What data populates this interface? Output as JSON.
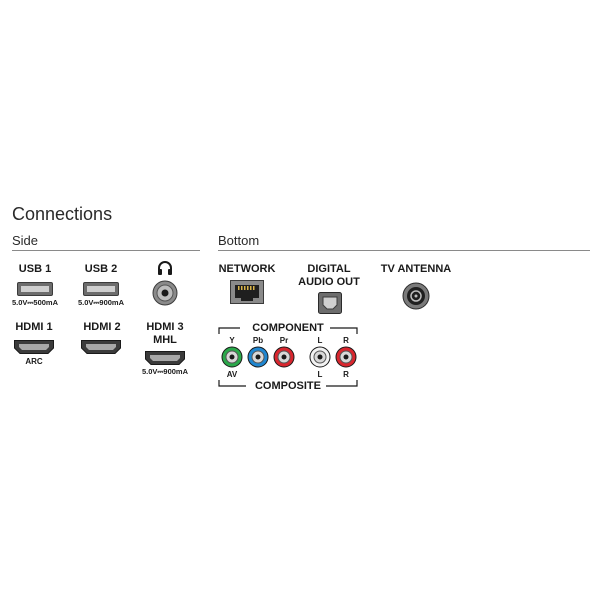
{
  "title": "Connections",
  "side": {
    "heading": "Side",
    "usb1": {
      "label": "USB 1",
      "spec": "5.0V⎓500mA"
    },
    "usb2": {
      "label": "USB 2",
      "spec": "5.0V⎓900mA"
    },
    "hdmi1": {
      "label": "HDMI 1",
      "sub": "ARC"
    },
    "hdmi2": {
      "label": "HDMI 2"
    },
    "hdmi3": {
      "label": "HDMI 3",
      "label2": "MHL",
      "spec": "5.0V⎓900mA"
    }
  },
  "bottom": {
    "heading": "Bottom",
    "network": {
      "label": "NETWORK"
    },
    "digital_audio": {
      "label": "DIGITAL",
      "label2": "AUDIO OUT"
    },
    "tv_antenna": {
      "label": "TV ANTENNA"
    },
    "component": {
      "label": "COMPONENT",
      "composite_label": "COMPOSITE",
      "jacks_top": [
        "Y",
        "Pb",
        "Pr",
        "L",
        "R"
      ],
      "jacks_bottom": [
        "AV",
        "",
        "",
        "L",
        "R"
      ],
      "colors": [
        "#2aa84a",
        "#1f86d0",
        "#d9262e",
        "#e8e8e8",
        "#d9262e"
      ]
    }
  }
}
